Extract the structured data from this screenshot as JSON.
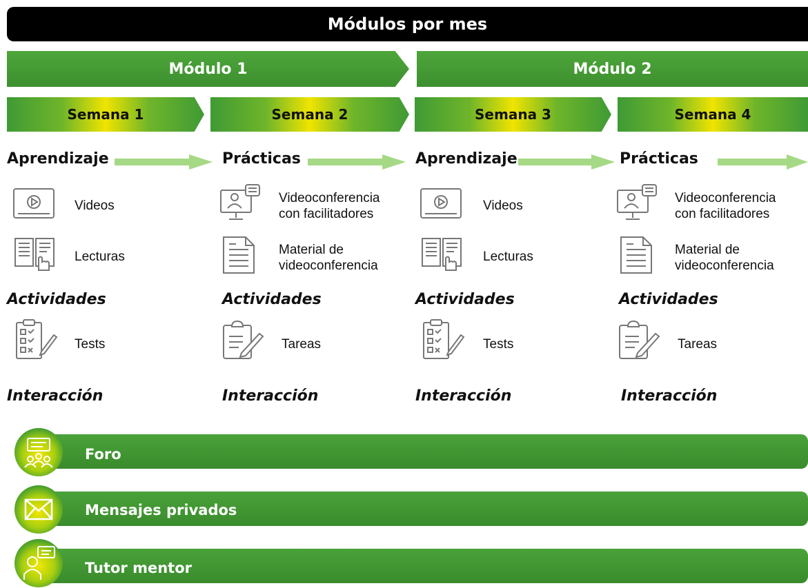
{
  "title": "Módulos por mes",
  "modules": [
    {
      "label": "Módulo 1"
    },
    {
      "label": "Módulo 2"
    }
  ],
  "weeks": [
    {
      "label": "Semana 1"
    },
    {
      "label": "Semana 2"
    },
    {
      "label": "Semana 3"
    },
    {
      "label": "Semana 4"
    }
  ],
  "columns": [
    {
      "heading": "Aprendizaje",
      "items": [
        {
          "icon": "video-player-icon",
          "label": "Videos"
        },
        {
          "icon": "book-reading-icon",
          "label": "Lecturas"
        }
      ],
      "activities_heading": "Actividades",
      "activity": {
        "icon": "checklist-icon",
        "label": "Tests"
      },
      "interaction_heading": "Interacción"
    },
    {
      "heading": "Prácticas",
      "items": [
        {
          "icon": "videoconference-icon",
          "label_line1": "Videoconferencia",
          "label_line2": "con facilitadores"
        },
        {
          "icon": "document-icon",
          "label_line1": "Material de",
          "label_line2": "videoconferencia"
        }
      ],
      "activities_heading": "Actividades",
      "activity": {
        "icon": "clipboard-pencil-icon",
        "label": "Tareas"
      },
      "interaction_heading": "Interacción"
    },
    {
      "heading": "Aprendizaje",
      "items": [
        {
          "icon": "video-player-icon",
          "label": "Videos"
        },
        {
          "icon": "book-reading-icon",
          "label": "Lecturas"
        }
      ],
      "activities_heading": "Actividades",
      "activity": {
        "icon": "checklist-icon",
        "label": "Tests"
      },
      "interaction_heading": "Interacción"
    },
    {
      "heading": "Prácticas",
      "items": [
        {
          "icon": "videoconference-icon",
          "label_line1": "Videoconferencia",
          "label_line2": "con facilitadores"
        },
        {
          "icon": "document-icon",
          "label_line1": "Material de",
          "label_line2": "videoconferencia"
        }
      ],
      "activities_heading": "Actividades",
      "activity": {
        "icon": "clipboard-pencil-icon",
        "label": "Tareas"
      },
      "interaction_heading": "Interacción"
    }
  ],
  "interactions": [
    {
      "icon": "forum-icon",
      "label": "Foro"
    },
    {
      "icon": "envelope-icon",
      "label": "Mensajes privados"
    },
    {
      "icon": "mentor-icon",
      "label": "Tutor mentor"
    }
  ],
  "colors": {
    "title_bg": "#000000",
    "module_green": "#45a036",
    "week_highlight": "#f0e400",
    "arrow_green": "#a6d985"
  }
}
